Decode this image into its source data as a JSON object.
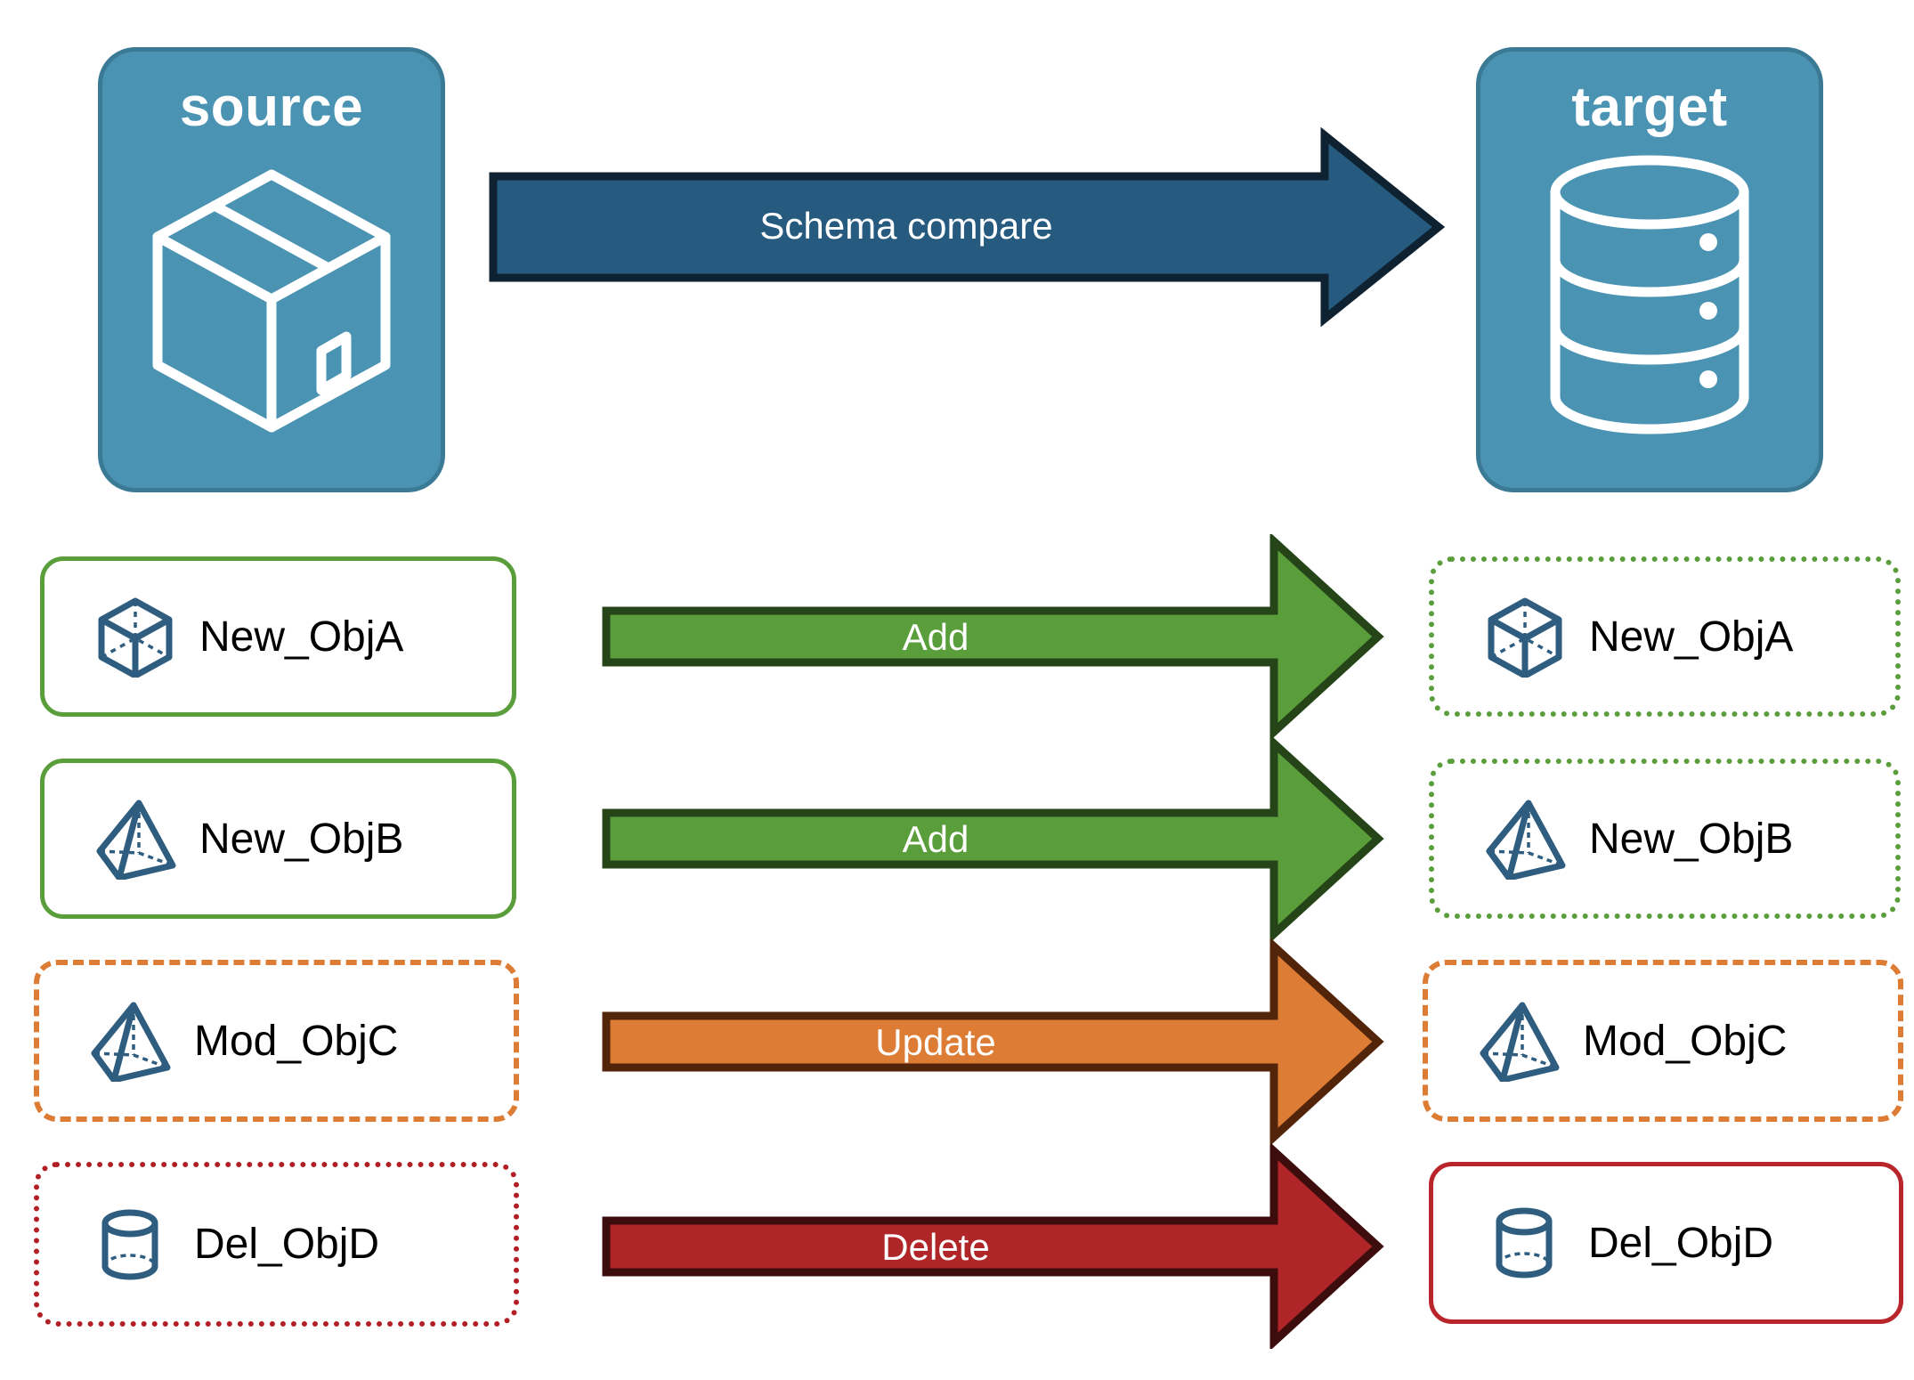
{
  "diagram": {
    "title": "Schema compare",
    "source": {
      "label": "source",
      "icon": "package-box-icon"
    },
    "target": {
      "label": "target",
      "icon": "database-cylinder-icon"
    },
    "main_arrow": {
      "label": "Schema compare",
      "fill": "#265a7f",
      "stroke": "#0f2231"
    },
    "colors": {
      "endpoint_fill": "#4a93b3",
      "endpoint_stroke": "#3b7a95",
      "object_icon": "#2e5d80",
      "add_fill": "#5a9e3b",
      "add_stroke": "#254418",
      "update_fill": "#dd7c34",
      "update_stroke": "#52250b",
      "delete_fill": "#b02528",
      "delete_stroke": "#3d0c0c",
      "text_dark": "#000000",
      "text_light": "#ffffff"
    },
    "rows": [
      {
        "action": "Add",
        "action_fill": "#5a9e3b",
        "action_stroke": "#254418",
        "source": {
          "label": "New_ObjA",
          "icon": "wireframe-cube-icon",
          "border_style": "solid",
          "border_color": "#5a9e3b"
        },
        "target": {
          "label": "New_ObjA",
          "icon": "wireframe-cube-icon",
          "border_style": "dotted",
          "border_color": "#5a9e3b"
        }
      },
      {
        "action": "Add",
        "action_fill": "#5a9e3b",
        "action_stroke": "#254418",
        "source": {
          "label": "New_ObjB",
          "icon": "wireframe-pyramid-icon",
          "border_style": "solid",
          "border_color": "#5a9e3b"
        },
        "target": {
          "label": "New_ObjB",
          "icon": "wireframe-pyramid-icon",
          "border_style": "dotted",
          "border_color": "#5a9e3b"
        }
      },
      {
        "action": "Update",
        "action_fill": "#dd7c34",
        "action_stroke": "#52250b",
        "source": {
          "label": "Mod_ObjC",
          "icon": "wireframe-pyramid-icon",
          "border_style": "dashed",
          "border_color": "#dd7c34"
        },
        "target": {
          "label": "Mod_ObjC",
          "icon": "wireframe-pyramid-icon",
          "border_style": "dashed",
          "border_color": "#dd7c34"
        }
      },
      {
        "action": "Delete",
        "action_fill": "#b02528",
        "action_stroke": "#3d0c0c",
        "source": {
          "label": "Del_ObjD",
          "icon": "wireframe-cylinder-icon",
          "border_style": "dotted",
          "border_color": "#b11f24"
        },
        "target": {
          "label": "Del_ObjD",
          "icon": "wireframe-cylinder-icon",
          "border_style": "solid",
          "border_color": "#b8252a"
        }
      }
    ]
  }
}
